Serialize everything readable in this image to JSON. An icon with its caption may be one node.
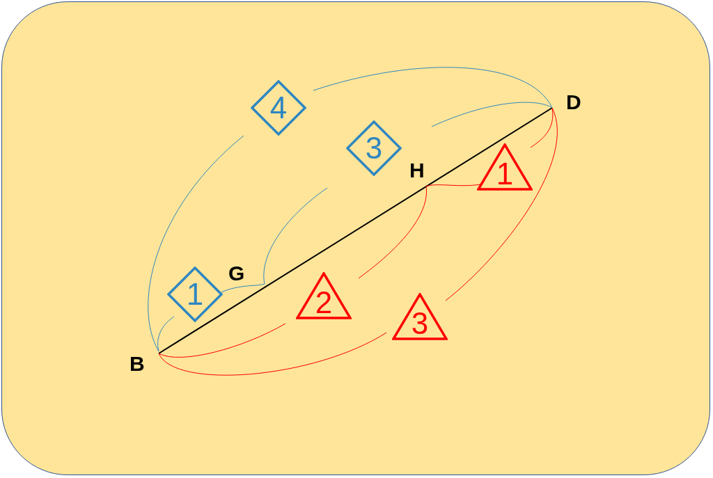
{
  "diagram": {
    "nodes": [
      {
        "text": [
          "4"
        ]
      },
      {
        "text": [
          "3"
        ]
      },
      {
        "text": [
          "1"
        ]
      },
      {
        "text": [
          "1"
        ]
      },
      {
        "text": [
          "2"
        ]
      },
      {
        "text": [
          "3"
        ]
      }
    ],
    "labels": [
      "D",
      "H",
      "G",
      "B"
    ]
  }
}
